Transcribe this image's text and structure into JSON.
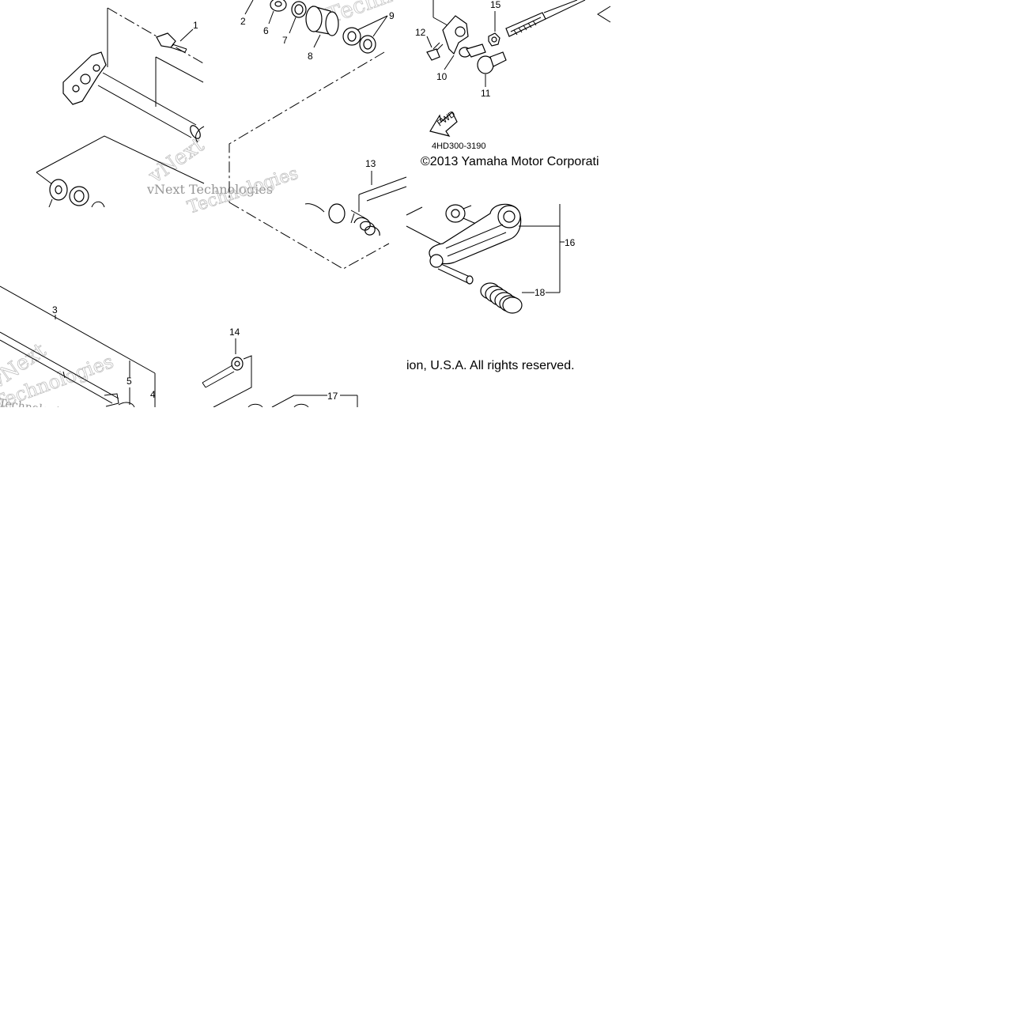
{
  "callouts": {
    "c1": "1",
    "c2": "2",
    "c3": "3",
    "c4": "4",
    "c5": "5",
    "c6": "6",
    "c7": "7",
    "c8": "8",
    "c9": "9",
    "c10": "10",
    "c11": "11",
    "c12": "12",
    "c13": "13",
    "c14": "14",
    "c15": "15",
    "c16": "16",
    "c17": "17",
    "c18": "18"
  },
  "diagram_code": "4HD300-3190",
  "fwd_label": "FWD",
  "copyright_top": "©2013 Yamaha Motor Corporati",
  "copyright_bottom": "ion, U.S.A. All rights reserved.",
  "watermarks": {
    "w1": "vNext",
    "w2": "Technologies",
    "w3": "vNext Technologies",
    "w4": "Technologies",
    "w5": "Technologies",
    "w6": "vNext",
    "w7": "Technologies"
  }
}
